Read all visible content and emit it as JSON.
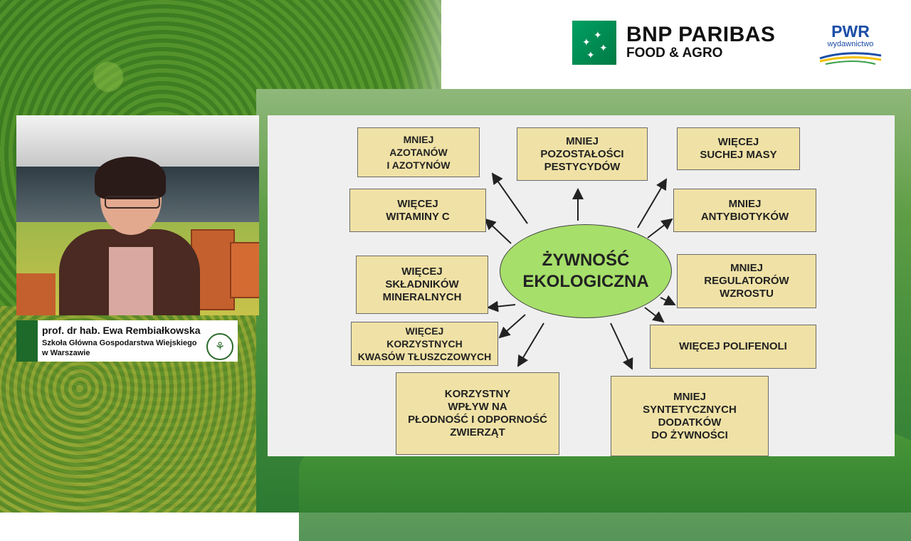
{
  "branding": {
    "bnp_line1": "BNP PARIBAS",
    "bnp_line2": "FOOD & AGRO",
    "pwr_title": "PWR",
    "pwr_sub": "wydawnictwo"
  },
  "caption": {
    "name": "prof. dr hab. Ewa Rembiałkowska",
    "org": "Szkoła Główna Gospodarstwa Wiejskiego\nw Warszawie"
  },
  "diagram": {
    "center": "ŻYWNOŚĆ\nEKOLOGICZNA",
    "boxes": [
      "MNIEJ\nAZOTANÓW\nI AZOTYNÓW",
      "MNIEJ\nPOZOSTAŁOŚCI\nPESTYCYDÓW",
      "WIĘCEJ\nSUCHEJ MASY",
      "WIĘCEJ\nWITAMINY C",
      "MNIEJ\nANTYBIOTYKÓW",
      "WIĘCEJ\nSKŁADNIKÓW\nMINERALNYCH",
      "MNIEJ\nREGULATORÓW\nWZROSTU",
      "WIĘCEJ\nKORZYSTNYCH\nKWASÓW TŁUSZCZOWYCH",
      "WIĘCEJ POLIFENOLI",
      "KORZYSTNY\nWPŁYW NA\nPŁODNOŚĆ I ODPORNOŚĆ\nZWIERZĄT",
      "MNIEJ\nSYNTETYCZNYCH\nDODATKÓW\nDO ŻYWNOŚCI"
    ]
  }
}
